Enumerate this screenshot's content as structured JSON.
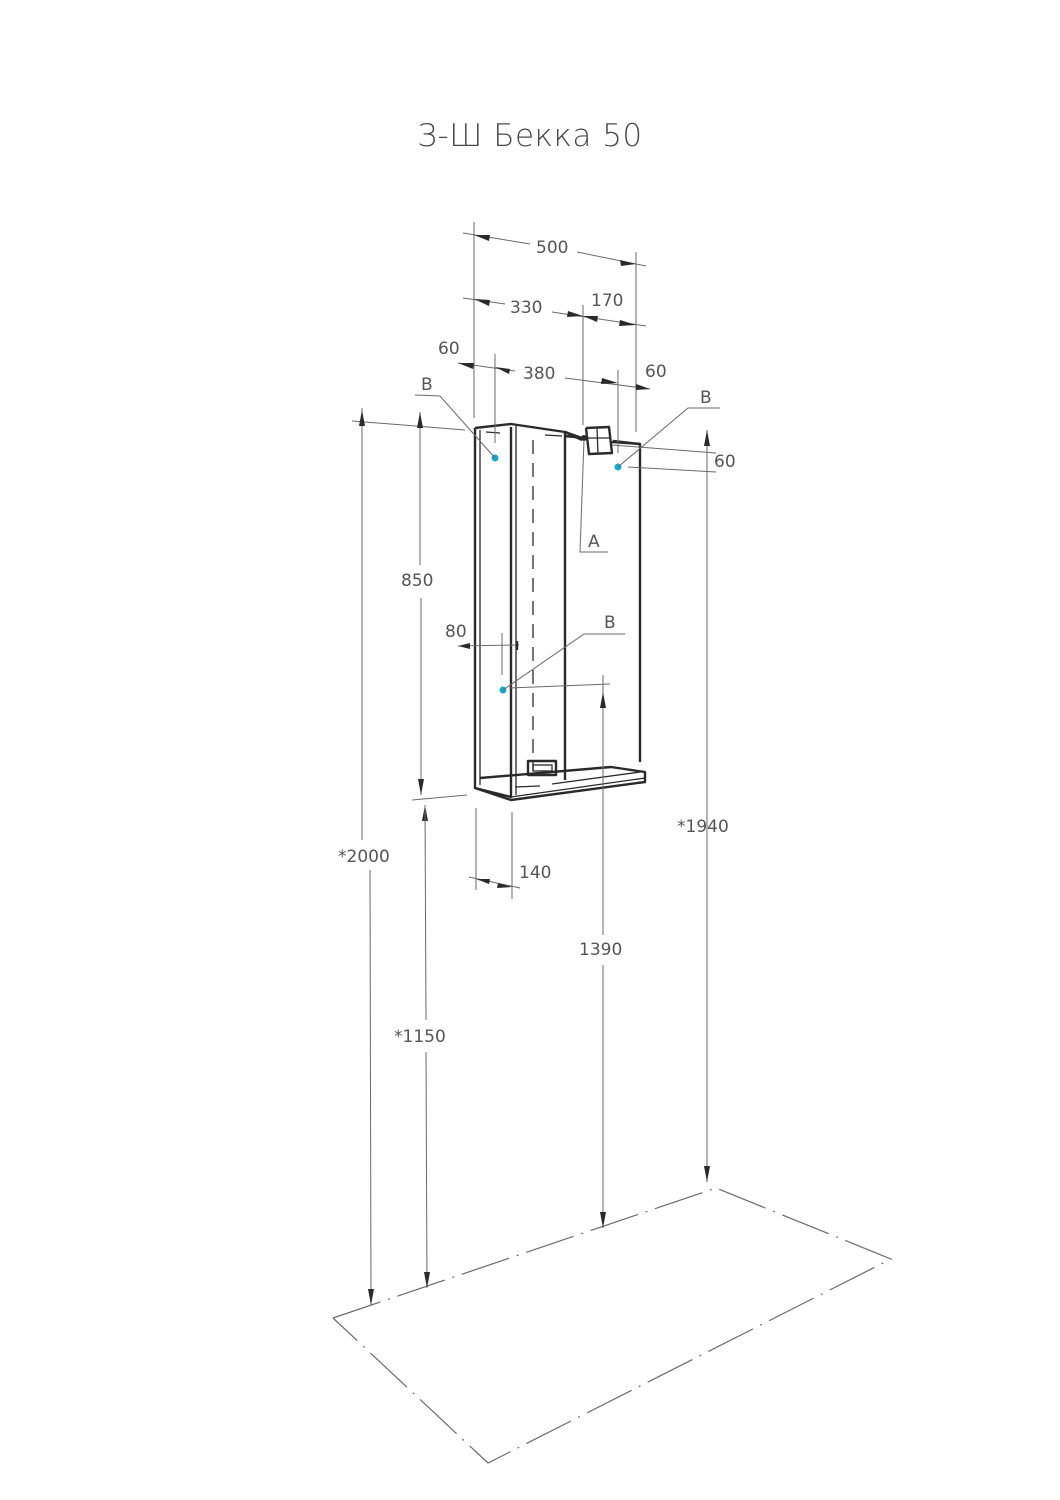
{
  "title": "З-Ш Бекка 50",
  "dimensions": {
    "total_width": "500",
    "mirror_width": "330",
    "shelf_section_width": "170",
    "left_offset": "60",
    "mount_spacing": "380",
    "right_offset": "60",
    "top_offset_right": "60",
    "cabinet_height": "850",
    "handle_offset": "80",
    "cabinet_depth": "140",
    "total_height": "*2000",
    "bottom_height": "*1150",
    "light_height": "*1940",
    "mount_height": "1390"
  },
  "callouts": {
    "light": "A",
    "mount_top_left": "B",
    "mount_top_right": "B",
    "mount_middle": "B"
  },
  "colors": {
    "mount_point": "#1aa7c9",
    "lines": "#2a2a2a",
    "dimension_text": "#555555"
  }
}
